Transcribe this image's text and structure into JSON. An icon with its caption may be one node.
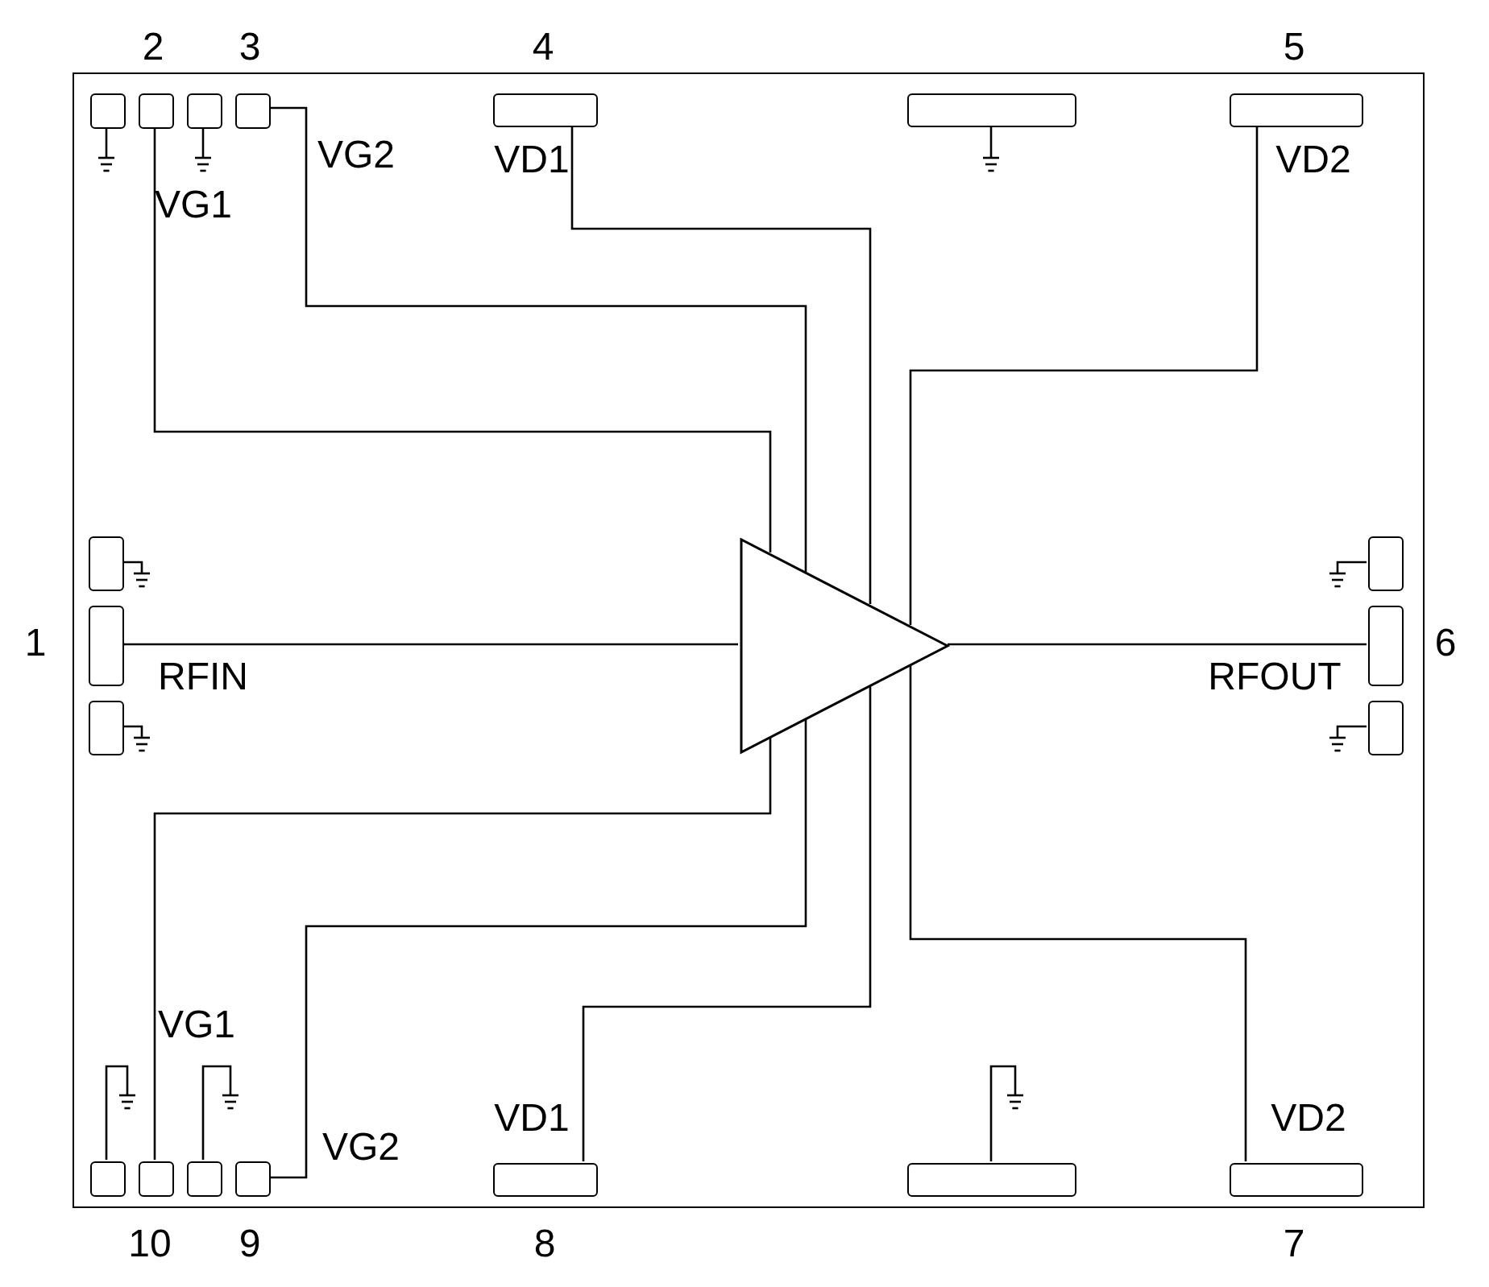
{
  "diagram": {
    "nodes": [
      {
        "text": [],
        "shape": "box"
      },
      {
        "text": [],
        "shape": "box",
        "in": 0
      },
      {
        "text": [],
        "shape": "box",
        "in": 0,
        "beside": [
          "2",
          "VG1"
        ]
      },
      {
        "text": [],
        "shape": "box",
        "in": 0
      },
      {
        "text": [],
        "shape": "box",
        "in": 0,
        "beside": [
          "3",
          "VG2"
        ]
      },
      {
        "text": [],
        "shape": "box",
        "in": 0,
        "beside": [
          "4",
          "VD1"
        ]
      },
      {
        "text": [],
        "shape": "box",
        "in": 0
      },
      {
        "text": [],
        "shape": "box",
        "in": 0,
        "beside": [
          "5",
          "VD2"
        ]
      },
      {
        "text": [],
        "shape": "box",
        "in": 0
      },
      {
        "text": [],
        "shape": "box",
        "in": 0,
        "beside": [
          "1",
          "RFIN"
        ]
      },
      {
        "text": [],
        "shape": "box",
        "in": 0
      },
      {
        "text": [],
        "shape": "triangle",
        "in": 0
      },
      {
        "text": [],
        "shape": "box",
        "in": 0
      },
      {
        "text": [],
        "shape": "box",
        "in": 0,
        "beside": [
          "6",
          "RFOUT"
        ]
      },
      {
        "text": [],
        "shape": "box",
        "in": 0
      },
      {
        "text": [],
        "shape": "box",
        "in": 0
      },
      {
        "text": [],
        "shape": "box",
        "in": 0,
        "beside": [
          "10",
          "VG1"
        ]
      },
      {
        "text": [],
        "shape": "box",
        "in": 0
      },
      {
        "text": [],
        "shape": "box",
        "in": 0,
        "beside": [
          "9",
          "VG2"
        ]
      },
      {
        "text": [],
        "shape": "box",
        "in": 0,
        "beside": [
          "8",
          "VD1"
        ]
      },
      {
        "text": [],
        "shape": "box",
        "in": 0
      },
      {
        "text": [],
        "shape": "box",
        "in": 0,
        "beside": [
          "7",
          "VD2"
        ]
      }
    ],
    "edges": [
      {
        "from": 9,
        "to": 11,
        "arrow": "none"
      },
      {
        "from": 11,
        "to": 13,
        "arrow": "none"
      },
      {
        "from": 2,
        "to": 11,
        "arrow": "none"
      },
      {
        "from": 4,
        "to": 11,
        "arrow": "none"
      },
      {
        "from": 5,
        "to": 11,
        "arrow": "none"
      },
      {
        "from": 7,
        "to": 11,
        "arrow": "none"
      },
      {
        "from": 16,
        "to": 11,
        "arrow": "none"
      },
      {
        "from": 18,
        "to": 11,
        "arrow": "none"
      },
      {
        "from": 19,
        "to": 11,
        "arrow": "none"
      },
      {
        "from": 21,
        "to": 11,
        "arrow": "none"
      }
    ]
  }
}
